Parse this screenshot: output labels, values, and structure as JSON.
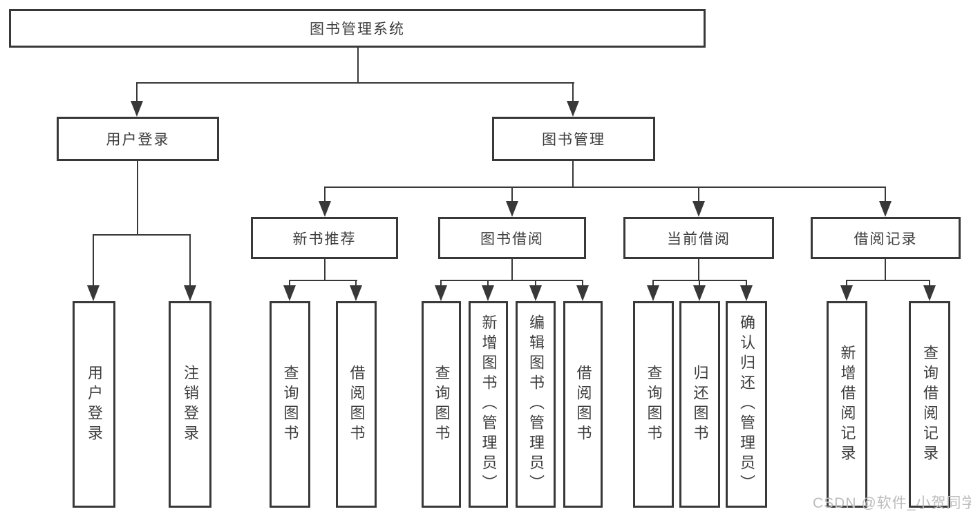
{
  "diagram": {
    "root": "图书管理系统",
    "level2": [
      "用户登录",
      "图书管理"
    ],
    "level3": [
      "新书推荐",
      "图书借阅",
      "当前借阅",
      "借阅记录"
    ],
    "leaves": [
      "用户登录",
      "注销登录",
      "查询图书",
      "借阅图书",
      "查询图书",
      "新增图书（管理员）",
      "编辑图书（管理员）",
      "借阅图书",
      "查询图书",
      "归还图书",
      "确认归还（管理员）",
      "新增借阅记录",
      "查询借阅记录"
    ],
    "watermark": "CSDN @软件_小贺同学",
    "colors": {
      "line": "#383838",
      "text": "#3d3d3d",
      "watermark": "#bcbcbc",
      "background": "#ffffff"
    }
  }
}
